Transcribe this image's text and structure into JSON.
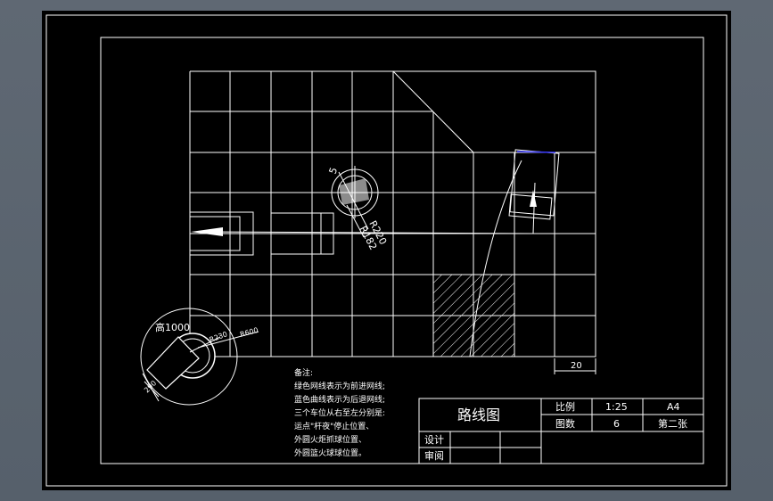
{
  "dimension": {
    "r5": "5",
    "r220": "R220",
    "r182": "R182",
    "d20": "20",
    "high1000": "高1000",
    "r230": "R230",
    "r600": "R600",
    "width290": "290"
  },
  "notes": {
    "title": "备注:",
    "lines": [
      "绿色网线表示为前进网线;",
      "蓝色曲线表示为后退网线;",
      "三个车位从右至左分别是:",
      "运点\"杆夜\"停止位置、",
      "外圆火炬抓球位置、",
      "外圆篮火球球位置。"
    ]
  },
  "title_block": {
    "drawing_title": "路线图",
    "scale_label": "比例",
    "scale_value": "1:25",
    "paper_size": "A4",
    "count_label": "图数",
    "count_value": "6",
    "sheet_label": "第二张",
    "design_label": "设计",
    "review_label": "审阅"
  },
  "colors": {
    "line": "#ffffff",
    "blue_arc": "#3a3aff",
    "sheet_bg": "#000000",
    "frame_bg": "#5b6470"
  }
}
